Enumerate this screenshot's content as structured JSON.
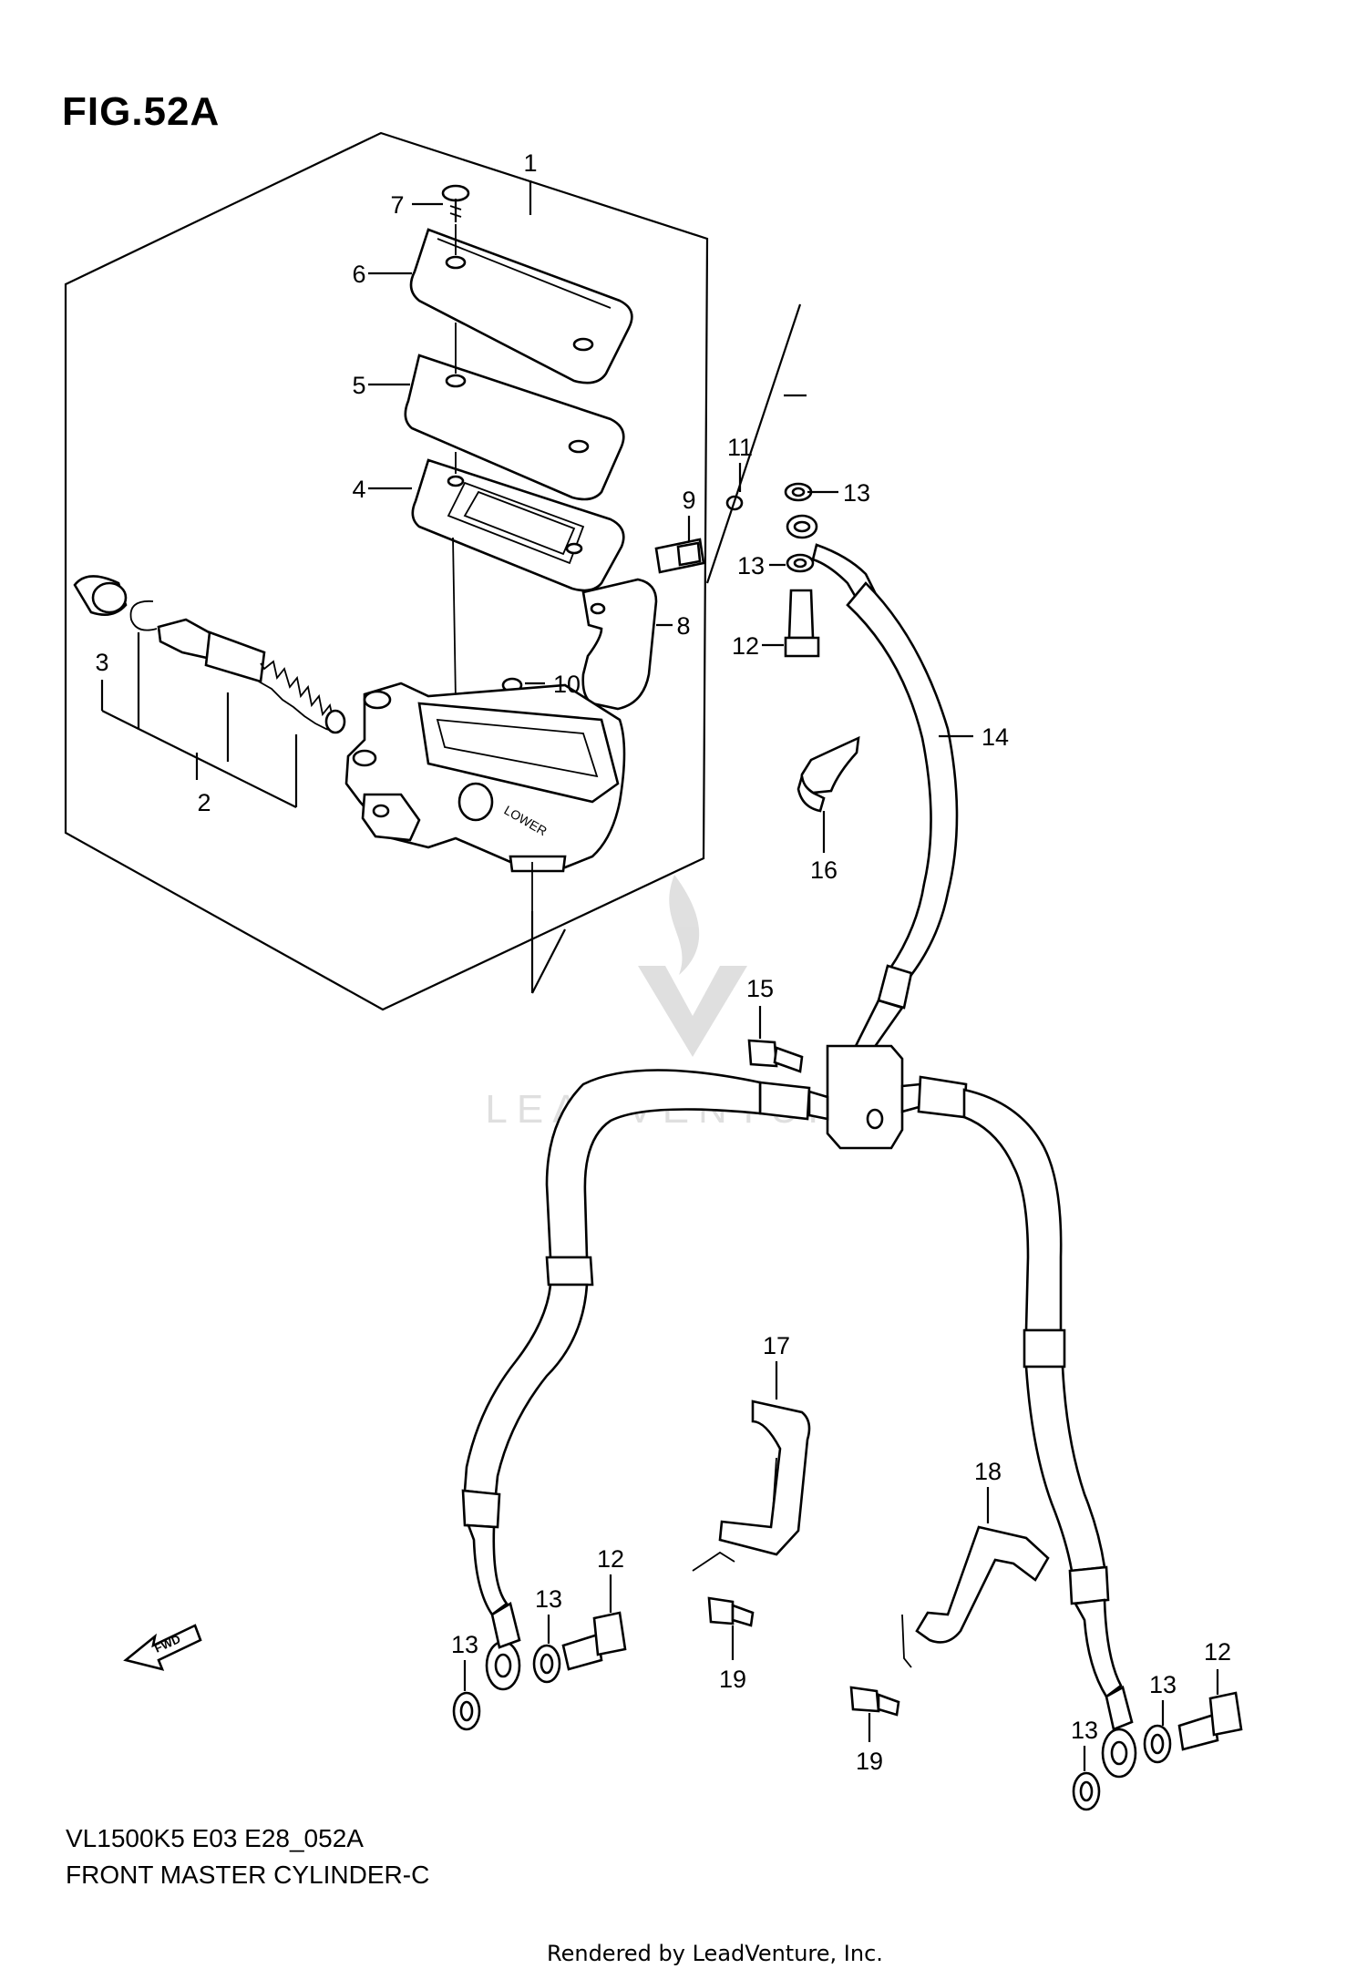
{
  "figure": {
    "title": "FIG.52A",
    "model_code": "VL1500K5  E03  E28_052A",
    "name": "FRONT MASTER CYLINDER-C"
  },
  "watermark": {
    "text": "LEADVENTURE"
  },
  "fwd_arrow": {
    "text": "FWD"
  },
  "callouts": [
    {
      "id": "c1",
      "text": "1"
    },
    {
      "id": "c2",
      "text": "2"
    },
    {
      "id": "c3",
      "text": "3"
    },
    {
      "id": "c4",
      "text": "4"
    },
    {
      "id": "c5",
      "text": "5"
    },
    {
      "id": "c6",
      "text": "6"
    },
    {
      "id": "c7",
      "text": "7"
    },
    {
      "id": "c8",
      "text": "8"
    },
    {
      "id": "c9",
      "text": "9"
    },
    {
      "id": "c10",
      "text": "10"
    },
    {
      "id": "c11",
      "text": "11"
    },
    {
      "id": "c12a",
      "text": "12"
    },
    {
      "id": "c13a",
      "text": "13"
    },
    {
      "id": "c13b",
      "text": "13"
    },
    {
      "id": "c14",
      "text": "14"
    },
    {
      "id": "c15",
      "text": "15"
    },
    {
      "id": "c16",
      "text": "16"
    },
    {
      "id": "c17",
      "text": "17"
    },
    {
      "id": "c18",
      "text": "18"
    },
    {
      "id": "c12b",
      "text": "12"
    },
    {
      "id": "c13c",
      "text": "13"
    },
    {
      "id": "c13d",
      "text": "13"
    },
    {
      "id": "c19a",
      "text": "19"
    },
    {
      "id": "c19b",
      "text": "19"
    },
    {
      "id": "c12c",
      "text": "12"
    },
    {
      "id": "c13e",
      "text": "13"
    },
    {
      "id": "c13f",
      "text": "13"
    }
  ],
  "footer": {
    "rendered_by": "Rendered by LeadVenture, Inc."
  }
}
